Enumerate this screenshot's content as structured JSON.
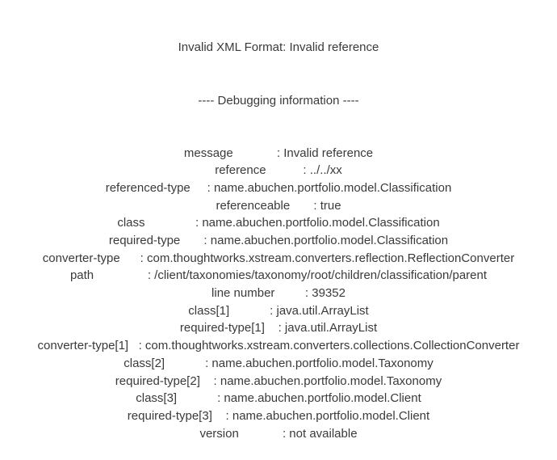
{
  "error": {
    "title": "Invalid XML Format: Invalid reference",
    "debug_header": "---- Debugging information ----",
    "pad_width": 20,
    "separator": ": ",
    "entries": [
      {
        "key": "message",
        "value": "Invalid reference"
      },
      {
        "key": "reference",
        "value": "../../xx"
      },
      {
        "key": "referenced-type",
        "value": "name.abuchen.portfolio.model.Classification"
      },
      {
        "key": "referenceable",
        "value": "true"
      },
      {
        "key": "class",
        "value": "name.abuchen.portfolio.model.Classification"
      },
      {
        "key": "required-type",
        "value": "name.abuchen.portfolio.model.Classification"
      },
      {
        "key": "converter-type",
        "value": "com.thoughtworks.xstream.converters.reflection.ReflectionConverter"
      },
      {
        "key": "path",
        "value": "/client/taxonomies/taxonomy/root/children/classification/parent"
      },
      {
        "key": "line number",
        "value": "39352"
      },
      {
        "key": "class[1]",
        "value": "java.util.ArrayList"
      },
      {
        "key": "required-type[1]",
        "value": "java.util.ArrayList"
      },
      {
        "key": "converter-type[1]",
        "value": "com.thoughtworks.xstream.converters.collections.CollectionConverter"
      },
      {
        "key": "class[2]",
        "value": "name.abuchen.portfolio.model.Taxonomy"
      },
      {
        "key": "required-type[2]",
        "value": "name.abuchen.portfolio.model.Taxonomy"
      },
      {
        "key": "class[3]",
        "value": "name.abuchen.portfolio.model.Client"
      },
      {
        "key": "required-type[3]",
        "value": "name.abuchen.portfolio.model.Client"
      },
      {
        "key": "version",
        "value": "not available"
      }
    ]
  },
  "colors": {
    "text": "#3a3a3a",
    "background": "#ffffff"
  }
}
